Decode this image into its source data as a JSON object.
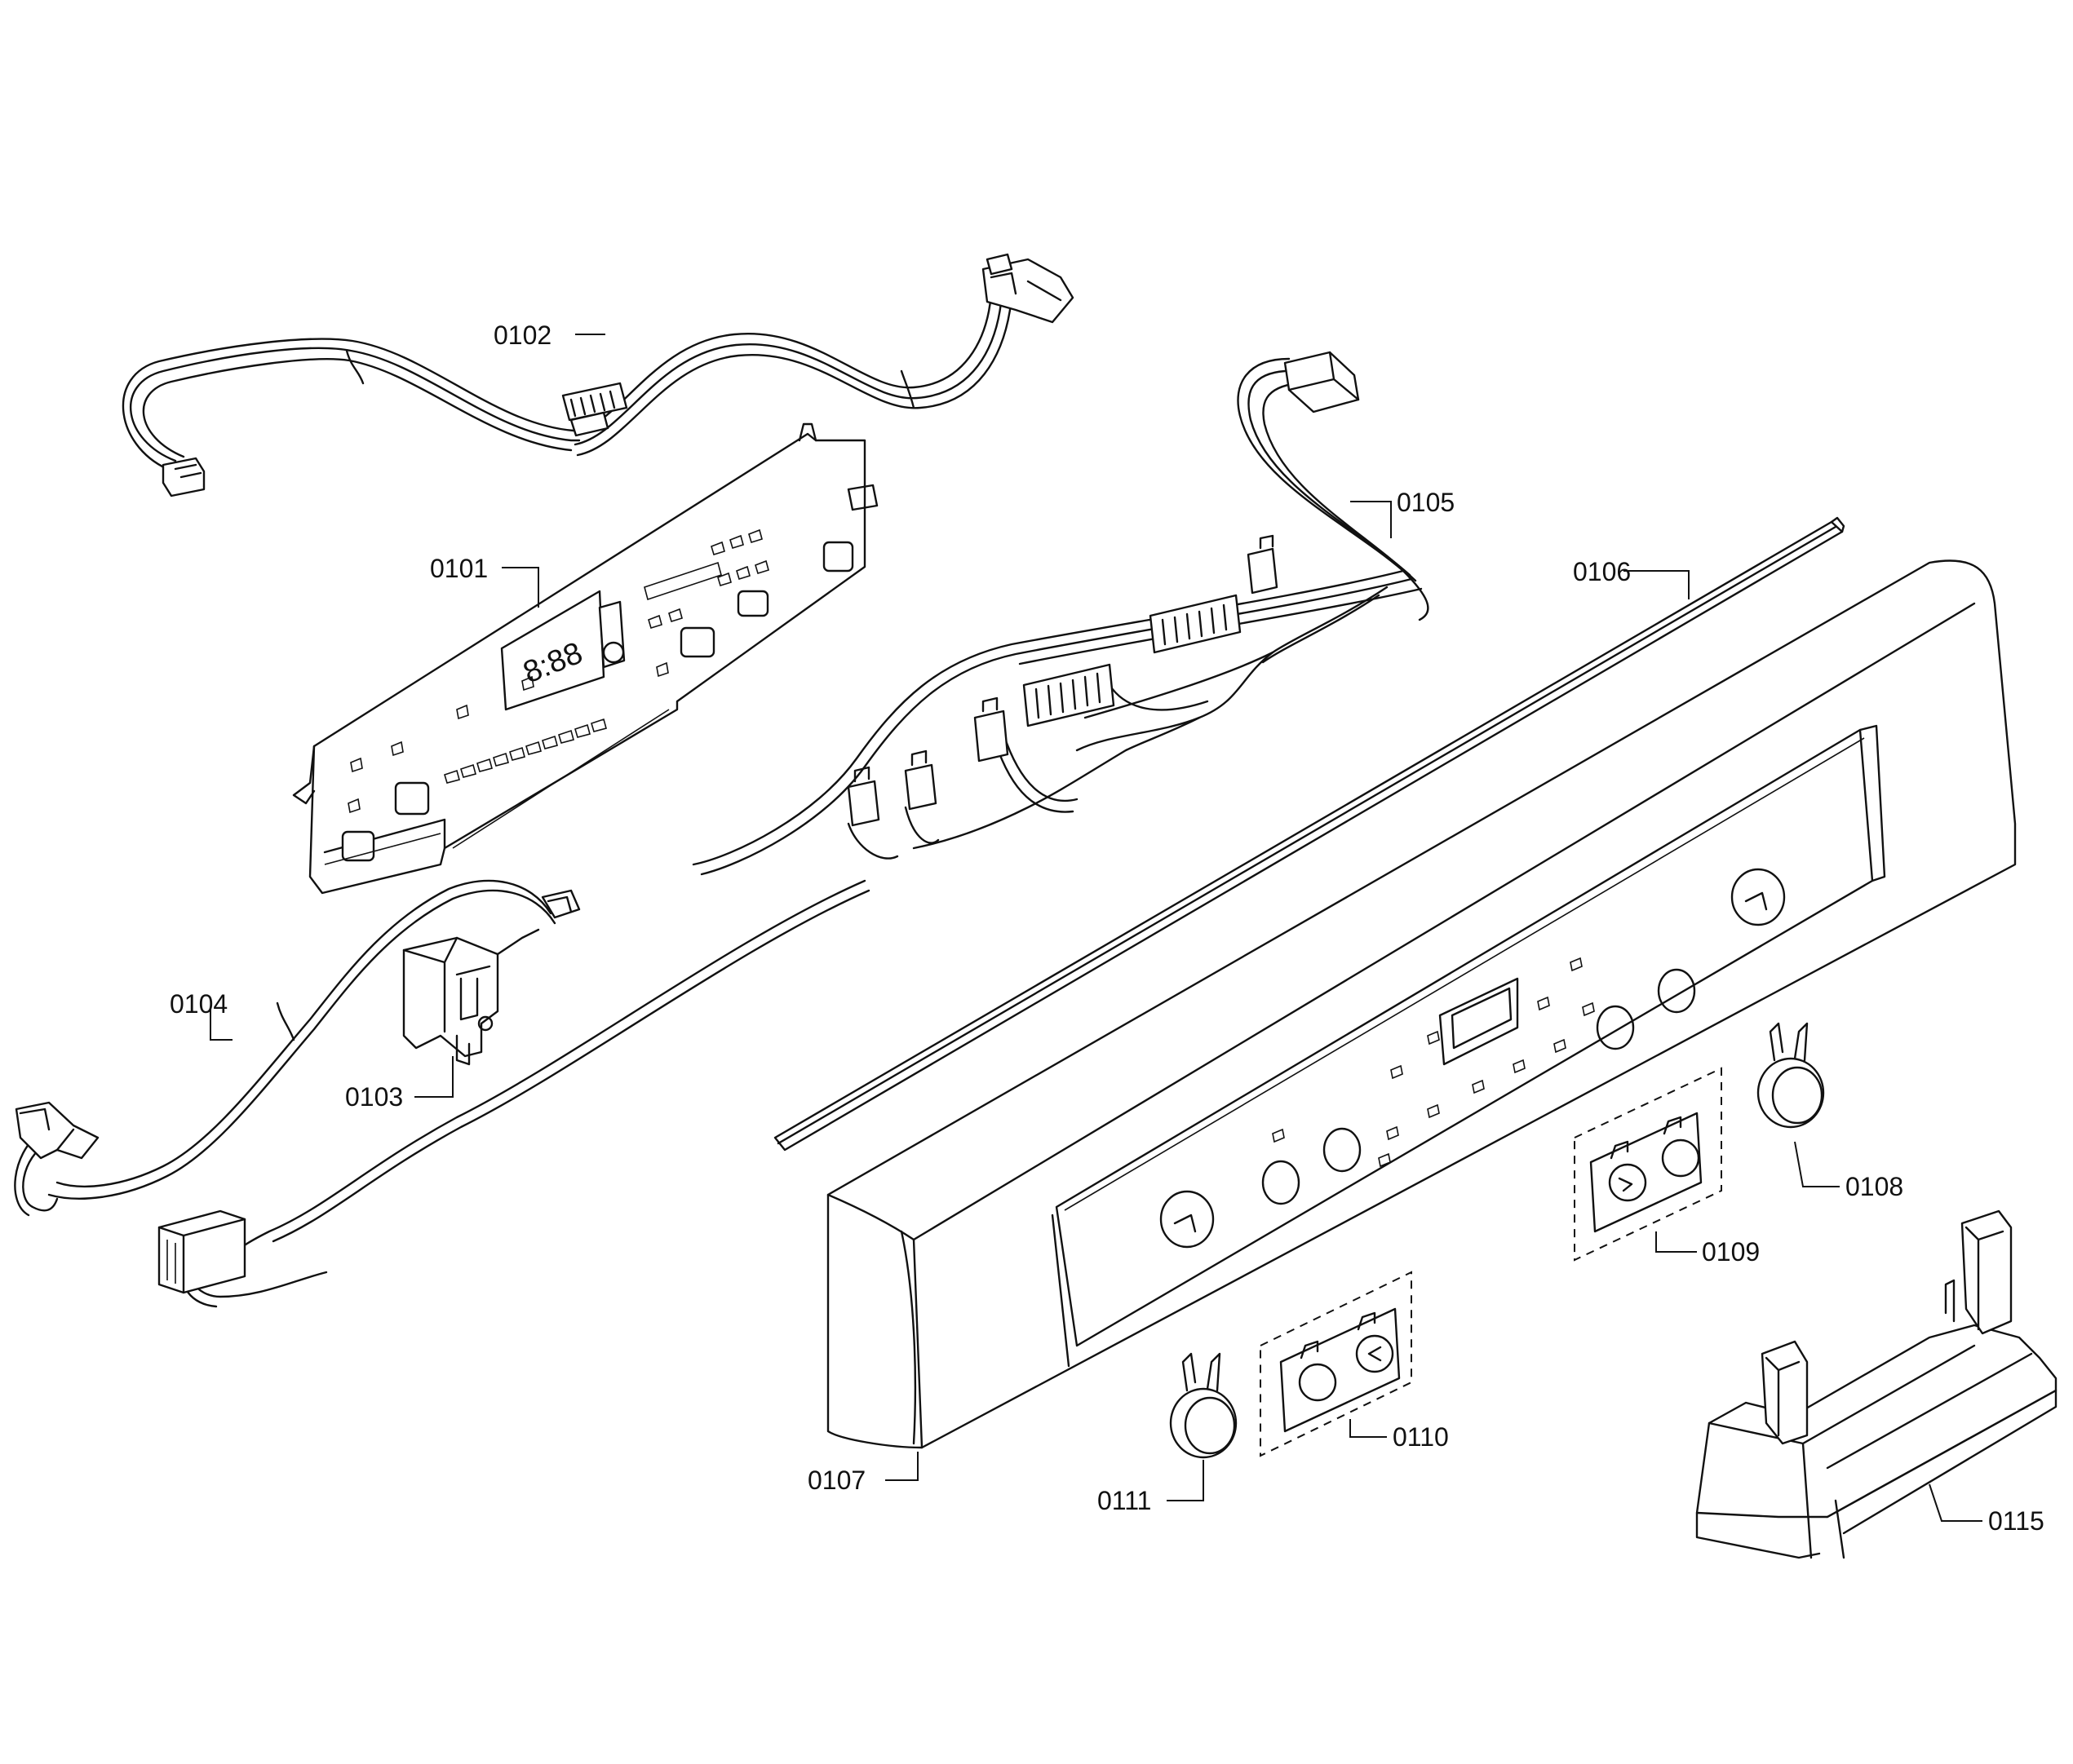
{
  "callouts": {
    "c0101": "0101",
    "c0102": "0102",
    "c0103": "0103",
    "c0104": "0104",
    "c0105": "0105",
    "c0106": "0106",
    "c0107": "0107",
    "c0108": "0108",
    "c0109": "0109",
    "c0110": "0110",
    "c0111": "0111",
    "c0115": "0115"
  },
  "display_readout": "8:88",
  "colors": {
    "line": "#111111",
    "background": "#ffffff"
  }
}
